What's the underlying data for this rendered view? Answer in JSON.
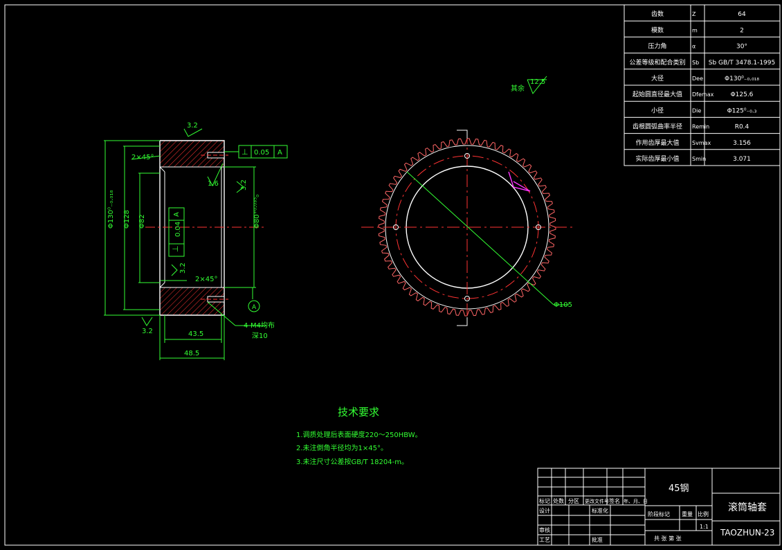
{
  "param_table": [
    {
      "name": "齿数",
      "sym": "Z",
      "val": "64"
    },
    {
      "name": "模数",
      "sym": "m",
      "val": "2"
    },
    {
      "name": "压力角",
      "sym": "α",
      "val": "30°"
    },
    {
      "name": "公差等级和配合类别",
      "sym": "Sb",
      "val": "Sb GB/T 3478.1-1995"
    },
    {
      "name": "大径",
      "sym": "Dee",
      "val": "Φ130⁰₋₀.₀₁₈"
    },
    {
      "name": "起始圆直径最大值",
      "sym": "Dfemax",
      "val": "Φ125.6"
    },
    {
      "name": "小径",
      "sym": "Die",
      "val": "Φ125⁰₋₀.₃"
    },
    {
      "name": "齿根圆弧曲率半径",
      "sym": "Remin",
      "val": "R0.4"
    },
    {
      "name": "作用齿厚最大值",
      "sym": "Svmax",
      "val": "3.156"
    },
    {
      "name": "实际齿厚最小值",
      "sym": "Smin",
      "val": "3.071"
    }
  ],
  "section_view": {
    "rough_top": "3.2",
    "rough_bottom": "3.2",
    "rough_bore": "1.6",
    "rough_right": "3.2",
    "rough_inner": "3.2",
    "chamfer_top": "2×45°",
    "chamfer_bottom": "2×45°",
    "tol_frame_top": {
      "symbol": "⊥",
      "value": "0.05",
      "datum": "A"
    },
    "tol_frame_mid": {
      "symbol": "⊥",
      "value": "0.04",
      "datum": "A"
    },
    "dim_outer": "Φ130⁰₋₀.₀₁₈",
    "dim_128": "Φ128",
    "dim_82": "Φ82",
    "dim_right": "Φ80⁺⁰·⁰³⁵₀",
    "dim_43": "43.5",
    "dim_48": "48.5",
    "hole_note_1": "4-M4均布",
    "hole_note_2": "深10",
    "datum_label": "A"
  },
  "front_view": {
    "rough_note": "其余",
    "rough_value": "12.5",
    "dim_circle": "Φ105",
    "teeth": 64
  },
  "tech_req": {
    "title": "技术要求",
    "lines": [
      "1.调质处理后表面硬度220～250HBW。",
      "2.未注倒角半径均为1×45°。",
      "3.未注尺寸公差按GB/T 18204-m。"
    ]
  },
  "title_block": {
    "material": "45钢",
    "part_name": "滚筒轴套",
    "drawing_no": "TAOZHUN-23",
    "scale": "1:1",
    "rev_headers": [
      "标记",
      "处数",
      "分区",
      "更改文件号",
      "签名",
      "年、月、日"
    ],
    "role_design": "设计",
    "role_std": "标准化",
    "role_check": "审核",
    "role_craft": "工艺",
    "role_approve": "批准",
    "stage_headers": [
      "阶段标记",
      "重量",
      "比例"
    ],
    "sheet_note": "共  张  第  张"
  },
  "colors": {
    "lines": "#ffffff",
    "dims": "#33ff33",
    "center": "#ff3333",
    "hatch": "#ff3333",
    "teeth": "#ff6666",
    "marker": "#ff33ff",
    "notes": "#00e5e5"
  }
}
